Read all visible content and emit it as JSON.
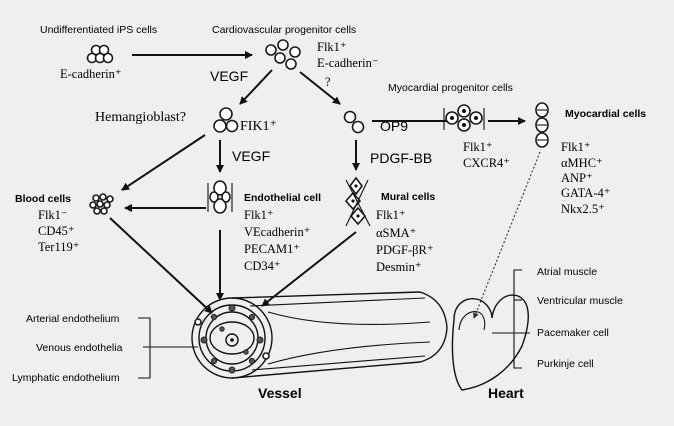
{
  "colors": {
    "background": "#efefef",
    "ink": "#111111",
    "cell_fill": "#ffffff",
    "nucleus": "#555555"
  },
  "nodes": {
    "ips": {
      "title": "Undifferentiated iPS cells",
      "marker": "E-cadherin⁺"
    },
    "cvp": {
      "title": "Cardiovascular progenitor cells",
      "markers": [
        "Flk1⁺",
        "E-cadherin⁻"
      ]
    },
    "vegf_top": "VEGF",
    "question": "?",
    "hemangioblast": {
      "label": "Hemangioblast?",
      "marker": "FIK1⁺"
    },
    "vegf_mid": "VEGF",
    "blood": {
      "title": "Blood cells",
      "markers": [
        "Flk1⁻",
        "CD45⁺",
        "Ter119⁺"
      ]
    },
    "endothelial": {
      "title": "Endothelial cell",
      "markers": [
        "Flk1⁺",
        "VEcadherin⁺",
        "PECAM1⁺",
        "CD34⁺"
      ]
    },
    "op9": "OP9",
    "pdgfbb": "PDGF-BB",
    "mural": {
      "title": "Mural cells",
      "markers": [
        "Flk1⁺",
        "αSMA⁺",
        "PDGF-βR⁺",
        "Desmin⁺"
      ]
    },
    "mpc": {
      "title": "Myocardial progenitor cells",
      "markers": [
        "Flk1⁺",
        "CXCR4⁺"
      ]
    },
    "myocardial": {
      "title": "Myocardial cells",
      "markers": [
        "Flk1⁺",
        "αMHC⁺",
        "ANP⁺",
        "GATA-4⁺",
        "Nkx2.5⁺"
      ]
    },
    "vessel": {
      "title": "Vessel",
      "layers": [
        "Arterial endothelium",
        "Venous endothelia",
        "Lymphatic endothelium"
      ]
    },
    "heart": {
      "title": "Heart",
      "parts": [
        "Atrial muscle",
        "Ventricular muscle",
        "Pacemaker cell",
        "Purkinje cell"
      ]
    }
  }
}
